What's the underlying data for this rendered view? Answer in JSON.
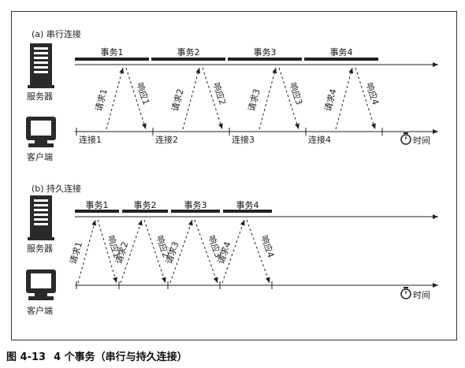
{
  "section_a": {
    "title": "(a) 串行连接",
    "server_label": "服务器",
    "client_label": "客户端",
    "transactions": [
      "事务1",
      "事务2",
      "事务3",
      "事务4"
    ],
    "requests": [
      "请求1",
      "请求2",
      "请求3",
      "请求4"
    ],
    "responses": [
      "响应1",
      "响应2",
      "响应3",
      "响应4"
    ],
    "connections": [
      "连接1",
      "连接2",
      "连接3",
      "连接4"
    ],
    "time_label": "时间"
  },
  "section_b": {
    "title": "(b) 持久连接",
    "server_label": "服务器",
    "client_label": "客户端",
    "transactions": [
      "事务1",
      "事务2",
      "事务3",
      "事务4"
    ],
    "requests": [
      "请求1",
      "请求2",
      "请求3",
      "请求4"
    ],
    "responses": [
      "响应1",
      "响应2",
      "响应3",
      "响应4"
    ],
    "time_label": "时间"
  },
  "caption": {
    "figure_number": "图 4-13",
    "text": "4 个事务（串行与持久连接）"
  }
}
